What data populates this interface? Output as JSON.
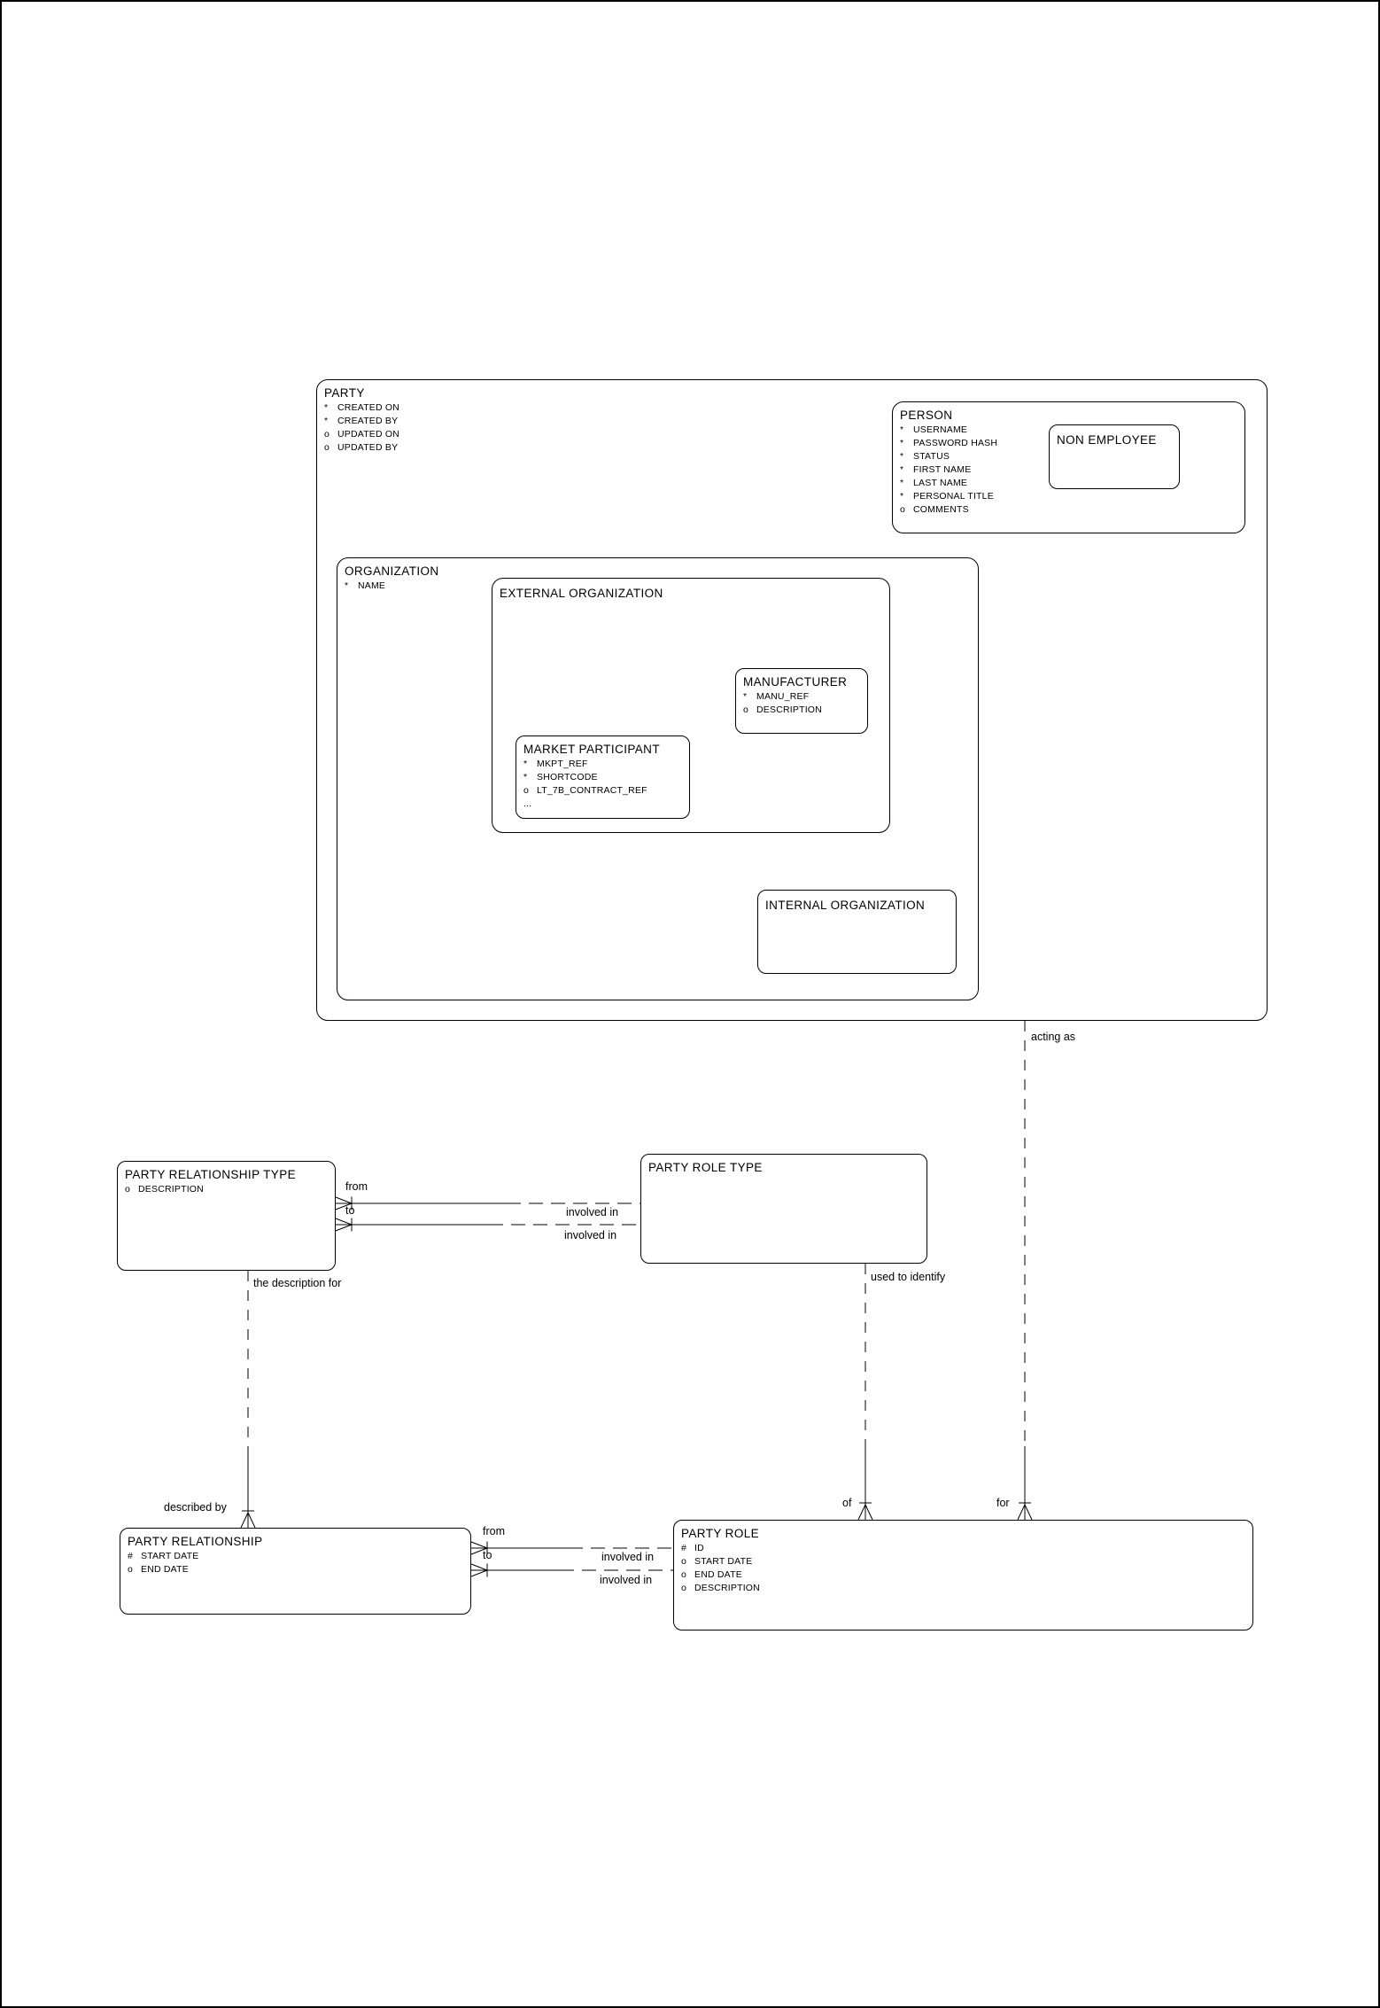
{
  "diagram": {
    "kind": "entity-relationship-diagram",
    "colors": {
      "line": "#000000",
      "background": "#ffffff",
      "text": "#000000"
    }
  },
  "entities": {
    "party": {
      "title": "PARTY",
      "attrs": [
        {
          "flag": "*",
          "name": "CREATED ON"
        },
        {
          "flag": "*",
          "name": "CREATED BY"
        },
        {
          "flag": "o",
          "name": "UPDATED ON"
        },
        {
          "flag": "o",
          "name": "UPDATED BY"
        }
      ]
    },
    "person": {
      "title": "PERSON",
      "attrs": [
        {
          "flag": "*",
          "name": "USERNAME"
        },
        {
          "flag": "*",
          "name": "PASSWORD HASH"
        },
        {
          "flag": "*",
          "name": "STATUS"
        },
        {
          "flag": "*",
          "name": "FIRST NAME"
        },
        {
          "flag": "*",
          "name": "LAST NAME"
        },
        {
          "flag": "*",
          "name": "PERSONAL TITLE"
        },
        {
          "flag": "o",
          "name": "COMMENTS"
        }
      ]
    },
    "non_employee": {
      "title": "NON EMPLOYEE",
      "attrs": []
    },
    "organization": {
      "title": "ORGANIZATION",
      "attrs": [
        {
          "flag": "*",
          "name": "NAME"
        }
      ]
    },
    "external_organization": {
      "title": "EXTERNAL ORGANIZATION",
      "attrs": []
    },
    "manufacturer": {
      "title": "MANUFACTURER",
      "attrs": [
        {
          "flag": "*",
          "name": "MANU_REF"
        },
        {
          "flag": "o",
          "name": "DESCRIPTION"
        }
      ]
    },
    "market_participant": {
      "title": "MARKET PARTICIPANT",
      "attrs": [
        {
          "flag": "*",
          "name": "MKPT_REF"
        },
        {
          "flag": "*",
          "name": "SHORTCODE"
        },
        {
          "flag": "o",
          "name": "LT_7B_CONTRACT_REF"
        },
        {
          "flag": "...",
          "name": ""
        }
      ]
    },
    "internal_organization": {
      "title": "INTERNAL ORGANIZATION",
      "attrs": []
    },
    "party_relationship_type": {
      "title": "PARTY RELATIONSHIP TYPE",
      "attrs": [
        {
          "flag": "o",
          "name": "DESCRIPTION"
        }
      ]
    },
    "party_role_type": {
      "title": "PARTY ROLE TYPE",
      "attrs": []
    },
    "party_relationship": {
      "title": "PARTY RELATIONSHIP",
      "attrs": [
        {
          "flag": "#",
          "name": "START DATE"
        },
        {
          "flag": "o",
          "name": "END DATE"
        }
      ]
    },
    "party_role": {
      "title": "PARTY ROLE",
      "attrs": [
        {
          "flag": "#",
          "name": "ID"
        },
        {
          "flag": "o",
          "name": "START DATE"
        },
        {
          "flag": "o",
          "name": "END DATE"
        },
        {
          "flag": "o",
          "name": "DESCRIPTION"
        }
      ]
    }
  },
  "relationships": {
    "acting_as": "acting as",
    "from_top": "from",
    "to_top": "to",
    "involved_in_top_1": "involved in",
    "involved_in_top_2": "involved in",
    "the_description_for": "the description for",
    "used_to_identify": "used to identify",
    "described_by": "described by",
    "of": "of",
    "for": "for",
    "from_bottom": "from",
    "to_bottom": "to",
    "involved_in_bottom_1": "involved in",
    "involved_in_bottom_2": "involved in"
  }
}
